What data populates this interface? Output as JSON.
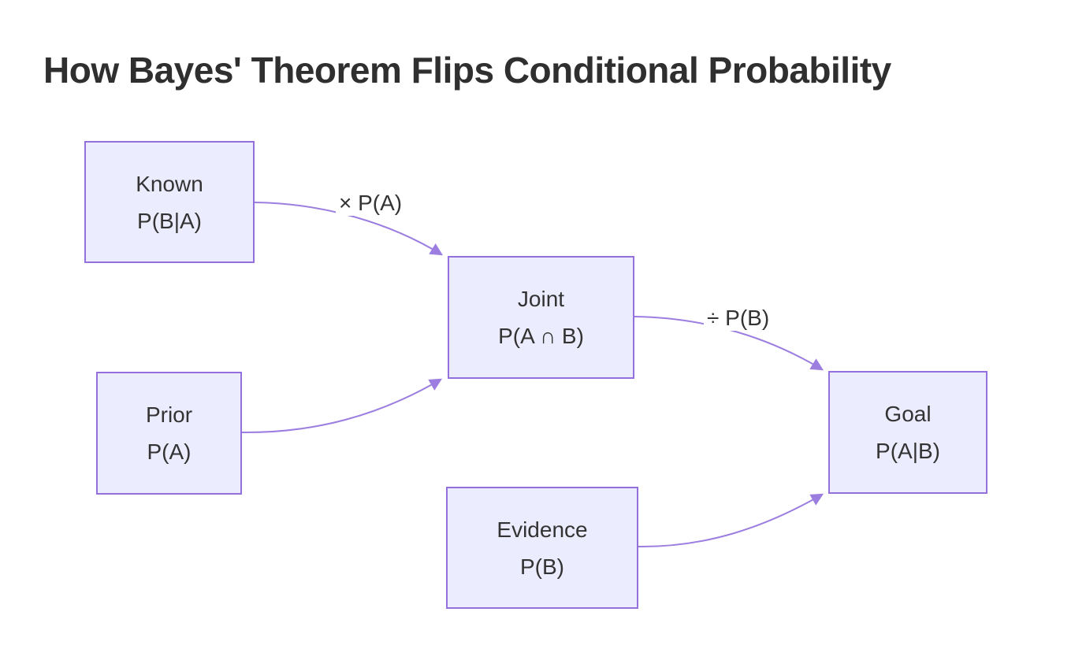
{
  "title": "How Bayes' Theorem Flips Conditional Probability",
  "colors": {
    "node_fill": "#ececff",
    "node_border": "#9370db",
    "edge_stroke": "#9b7ee0",
    "text": "#333333",
    "title_text": "#2f2f2f",
    "background": "#ffffff"
  },
  "nodes": [
    {
      "id": "known",
      "name": "Known",
      "formula": "P(B|A)"
    },
    {
      "id": "prior",
      "name": "Prior",
      "formula": "P(A)"
    },
    {
      "id": "joint",
      "name": "Joint",
      "formula": "P(A ∩ B)"
    },
    {
      "id": "evidence",
      "name": "Evidence",
      "formula": "P(B)"
    },
    {
      "id": "goal",
      "name": "Goal",
      "formula": "P(A|B)"
    }
  ],
  "edges": [
    {
      "from": "known",
      "to": "joint",
      "label": "× P(A)"
    },
    {
      "from": "prior",
      "to": "joint",
      "label": ""
    },
    {
      "from": "joint",
      "to": "goal",
      "label": "÷ P(B)"
    },
    {
      "from": "evidence",
      "to": "goal",
      "label": ""
    }
  ]
}
